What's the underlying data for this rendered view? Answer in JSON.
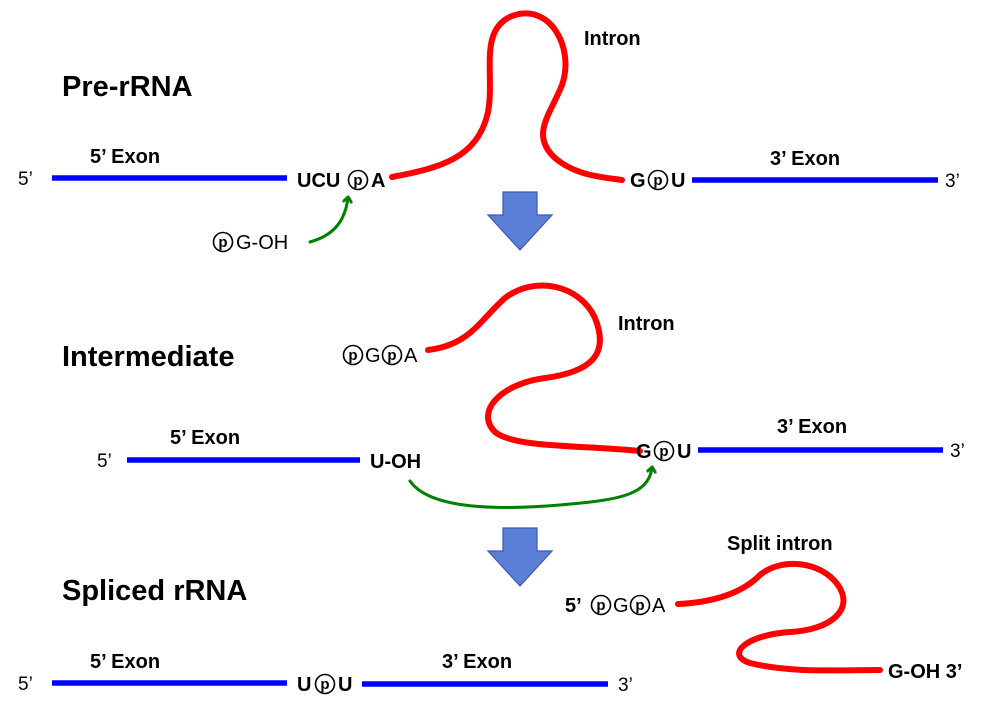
{
  "stages": {
    "pre_rrna": "Pre-rRNA",
    "intermediate": "Intermediate",
    "spliced": "Spliced rRNA"
  },
  "labels": {
    "five_exon": "5’ Exon",
    "three_exon": "3’ Exon",
    "intron": "Intron",
    "split_intron": "Split intron",
    "five_prime": "5’",
    "three_prime": "3’",
    "p": "p"
  },
  "pre": {
    "left_seq": "UCU",
    "left_after": "A",
    "right_before": "G",
    "right_after": "U",
    "guanosine_seq": "G-OH"
  },
  "mid": {
    "intron_seq_g": "G",
    "intron_seq_a": "A",
    "exon_end": "U-OH",
    "right_before": "G",
    "right_after": "U"
  },
  "spliced_row": {
    "junction_before": "U",
    "junction_after": "U",
    "intron_five": "5’",
    "intron_g": "G",
    "intron_a": "A",
    "intron_end": "G-OH 3’"
  },
  "colors": {
    "exon": "#0000ff",
    "intron": "#ff0000",
    "attack_arrow": "#008000",
    "step_arrow": "#5b7fd6"
  }
}
